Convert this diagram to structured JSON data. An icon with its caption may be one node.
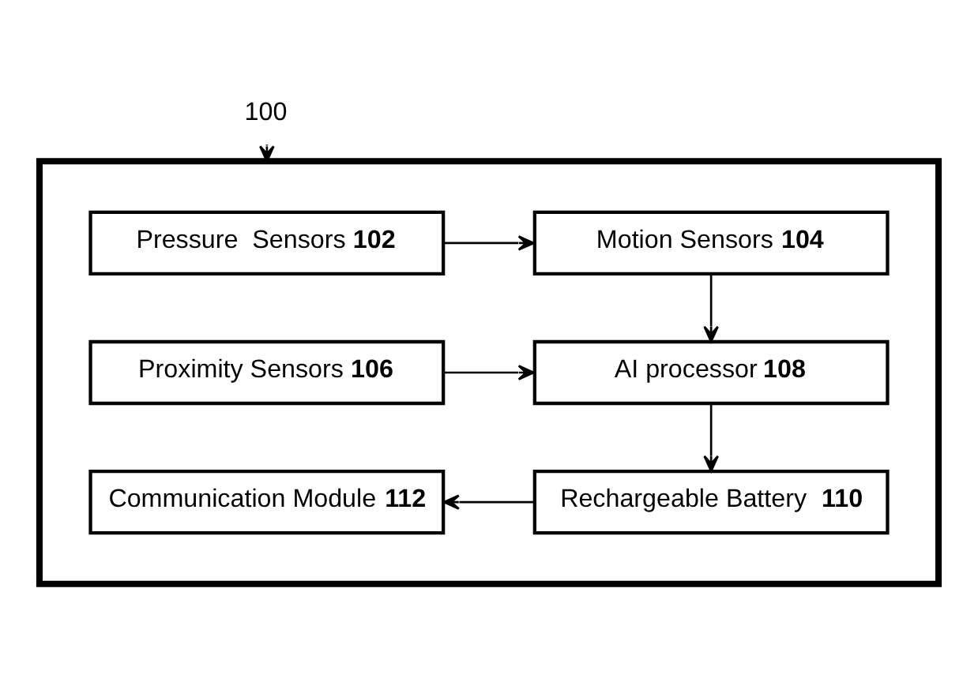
{
  "diagram": {
    "nodes": [
      {
        "text": [
          "100"
        ]
      },
      {
        "text": [],
        "shape": "box"
      },
      {
        "text": [
          "Pressure  Sensors **102**"
        ],
        "in": 1
      },
      {
        "text": [
          "Motion Sensors **104**"
        ],
        "in": 1
      },
      {
        "text": [
          "Proximity Sensors **106**"
        ],
        "in": 1
      },
      {
        "text": [
          "AI processor **108**"
        ],
        "in": 1
      },
      {
        "text": [
          "Rechargeable Battery  **110**"
        ],
        "in": 1
      },
      {
        "text": [
          "Communication Module **112**"
        ],
        "in": 1
      }
    ],
    "edges": [
      {
        "from": 0,
        "to": 1,
        "arrow": "to"
      },
      {
        "from": 2,
        "to": 3,
        "arrow": "to"
      },
      {
        "from": 3,
        "to": 5,
        "arrow": "to"
      },
      {
        "from": 4,
        "to": 5,
        "arrow": "to"
      },
      {
        "from": 5,
        "to": 6,
        "arrow": "to"
      },
      {
        "from": 6,
        "to": 7,
        "arrow": "to"
      }
    ]
  }
}
